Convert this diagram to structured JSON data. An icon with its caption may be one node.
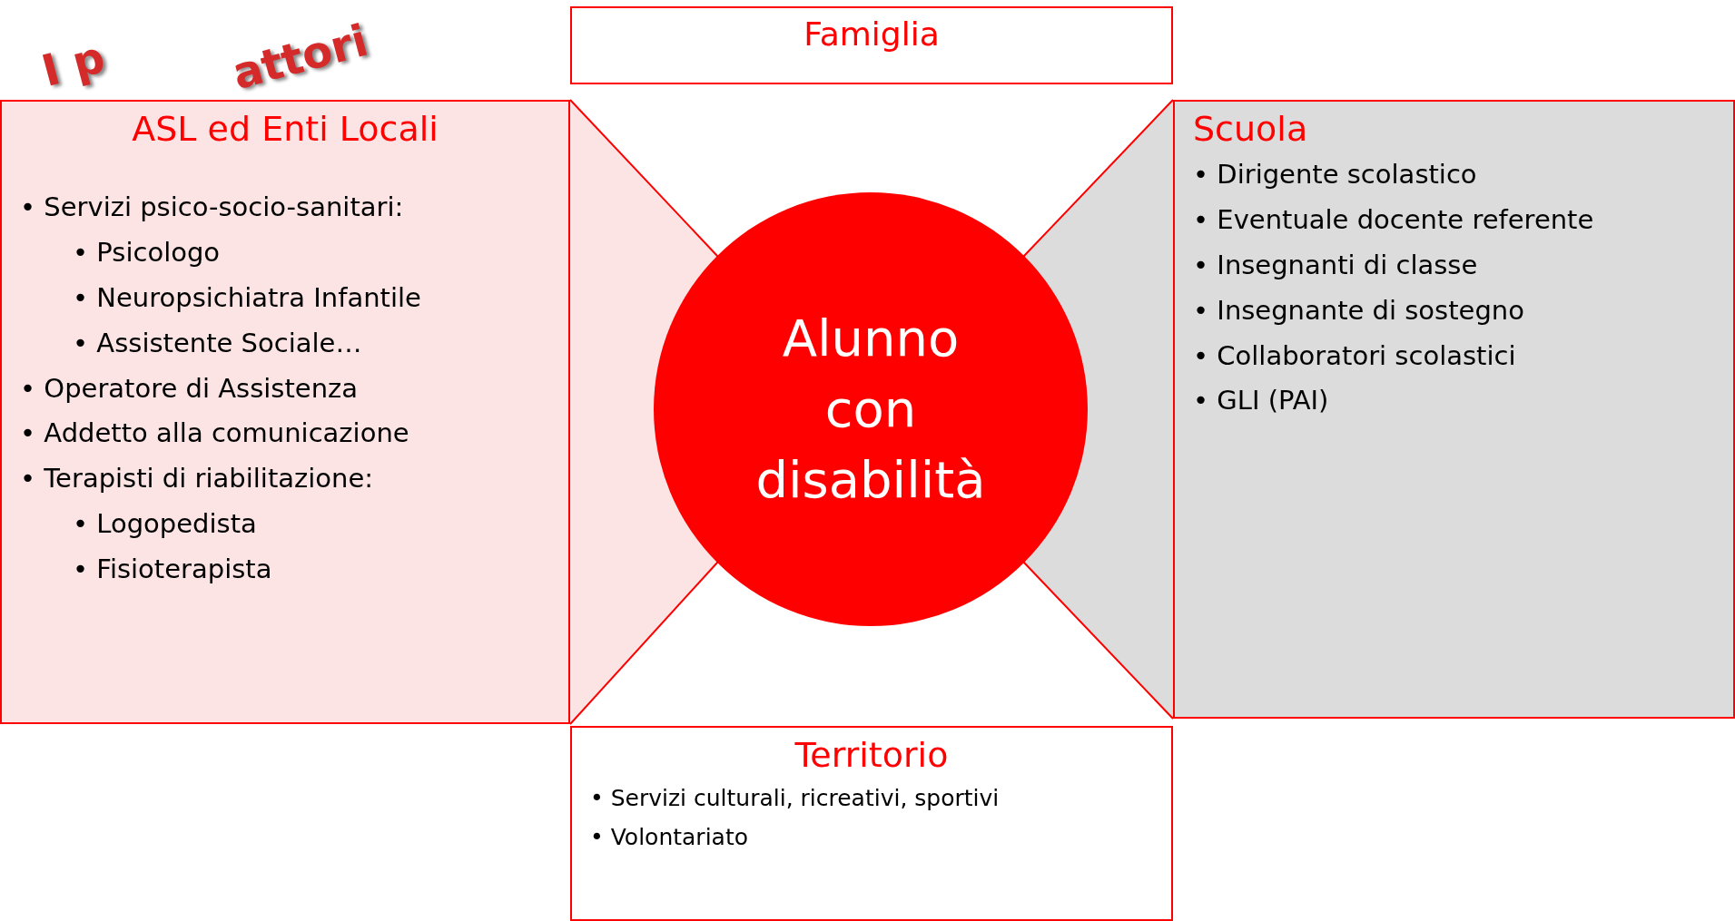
{
  "diagram": {
    "nodes": [
      {
        "text": [
          "Famiglia"
        ]
      },
      {
        "text": [
          "ASL ed Enti Locali",
          "• Servizi psico-socio-sanitari:",
          "• Psicologo",
          "• Neuropsichiatra Infantile",
          "• Assistente Sociale…",
          "• Operatore di Assistenza",
          "• Addetto alla comunicazione",
          "• Terapisti di riabilitazione:",
          "• Logopedista",
          "• Fisioterapista"
        ]
      },
      {
        "text": [
          "Alunno con disabilità"
        ]
      },
      {
        "text": [
          "Scuola",
          "• Dirigente scolastico",
          "• Eventuale docente referente",
          "• Insegnanti di classe",
          "• Insegnante di sostegno",
          "• Collaboratori scolastici",
          "• GLI (PAI)"
        ]
      },
      {
        "text": [
          "Territorio",
          "• Servizi culturali, ricreativi, sportivi",
          "• Volontariato"
        ]
      }
    ],
    "edges": [
      {
        "from": 2,
        "to": 1,
        "arrow": "none"
      },
      {
        "from": 2,
        "to": 3,
        "arrow": "none"
      }
    ],
    "labels": [
      "I p",
      "attori"
    ]
  }
}
